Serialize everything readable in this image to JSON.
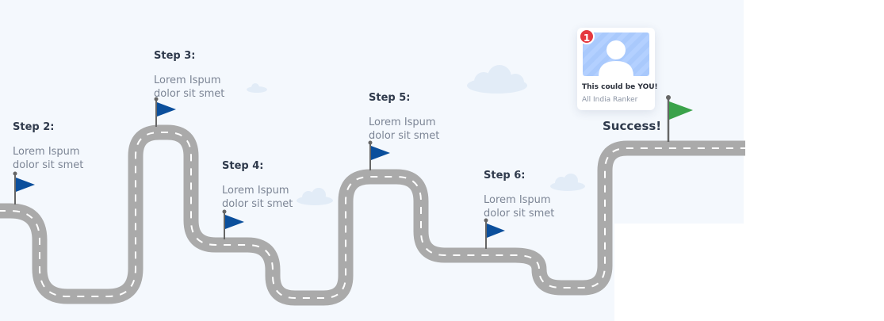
{
  "steps": [
    {
      "title": "Step 2:",
      "desc": "Lorem Ispum dolor sit smet"
    },
    {
      "title": "Step 3:",
      "desc": "Lorem Ispum dolor sit smet"
    },
    {
      "title": "Step 4:",
      "desc": "Lorem Ispum dolor sit smet"
    },
    {
      "title": "Step 5:",
      "desc": "Lorem Ispum dolor sit smet"
    },
    {
      "title": "Step 6:",
      "desc": "Lorem Ispum dolor sit smet"
    }
  ],
  "success": {
    "label": "Success!",
    "card": {
      "badge": "1",
      "title": "This could be YOU!",
      "subtitle": "All India Ranker"
    }
  },
  "icons": {
    "step_flag": "flag-icon",
    "success_flag": "flag-icon",
    "avatar": "user-avatar-icon",
    "cloud": "cloud-icon",
    "road": "road-icon"
  },
  "colors": {
    "panel_background": "#f4f8fd",
    "road": "#aaaaaa",
    "road_dashes": "#ffffff",
    "step_flag": "#0b4f9c",
    "success_flag": "#3aa24a",
    "flag_pole": "#666666",
    "badge": "#e5383f",
    "avatar_background": "#b3d0ff",
    "cloud": "#e2ecf7"
  }
}
